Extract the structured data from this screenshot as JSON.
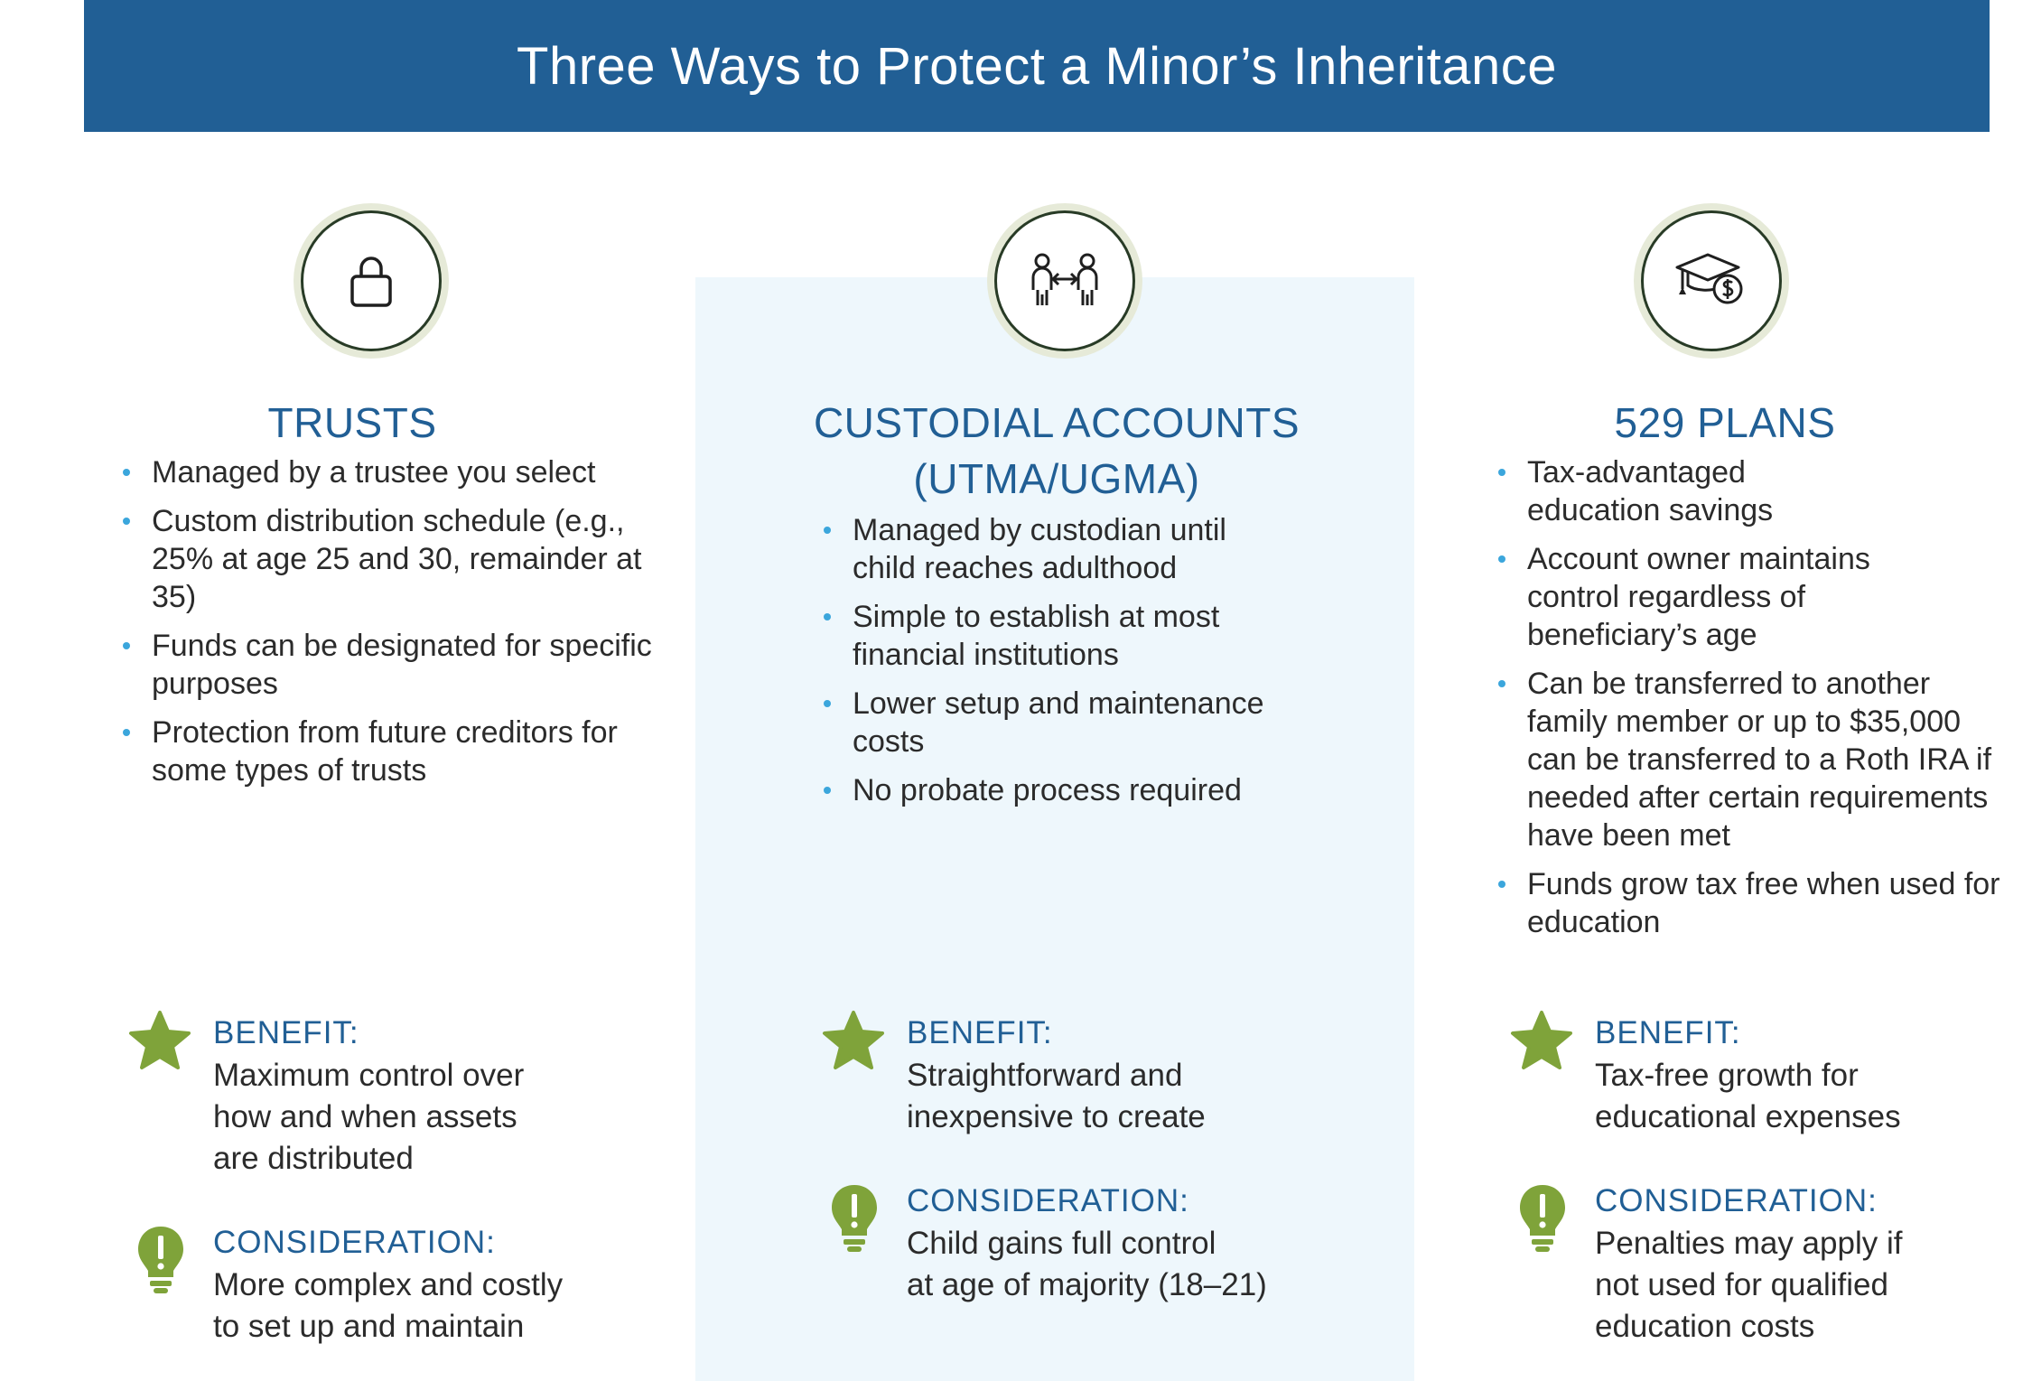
{
  "header": {
    "title": "Three Ways to Protect a Minor’s Inheritance"
  },
  "colors": {
    "banner": "#215f95",
    "accent_blue": "#215f95",
    "bullet": "#3ba6dc",
    "icon_green": "#7fa33a",
    "panel_bg": "#eef7fc"
  },
  "columns": [
    {
      "icon": "lock-icon",
      "title": "TRUSTS",
      "bullets": [
        "Managed by a trustee you select",
        "Custom distribution schedule (e.g., 25% at age 25 and 30, remainder at 35)",
        "Funds can be designated for specific purposes",
        "Protection from future creditors for some types of trusts"
      ],
      "benefit_label": "BENEFIT:",
      "benefit_text": "Maximum control over\nhow and when assets\nare distributed",
      "consideration_label": "CONSIDERATION:",
      "consideration_text": "More complex and costly\nto set up and maintain"
    },
    {
      "icon": "people-transfer-icon",
      "title": "CUSTODIAL ACCOUNTS\n(UTMA/UGMA)",
      "bullets": [
        "Managed by custodian until child reaches adulthood",
        "Simple to establish at most financial institutions",
        "Lower setup and maintenance costs",
        "No probate process required"
      ],
      "benefit_label": "BENEFIT:",
      "benefit_text": "Straightforward and\ninexpensive to create",
      "consideration_label": "CONSIDERATION:",
      "consideration_text": "Child gains full control\nat age of majority (18–21)"
    },
    {
      "icon": "graduation-cap-dollar-icon",
      "title": "529 PLANS",
      "bullets": [
        "Tax-advantaged education savings",
        "Account owner maintains control regardless of beneficiary’s age",
        "Can be transferred to another family member or up to $35,000 can be transferred to a Roth IRA if needed after certain requirements have been met",
        "Funds grow tax free when used for education"
      ],
      "benefit_label": "BENEFIT:",
      "benefit_text": "Tax-free growth for\neducational expenses",
      "consideration_label": "CONSIDERATION:",
      "consideration_text": "Penalties may apply if\nnot used for qualified\neducation costs"
    }
  ]
}
